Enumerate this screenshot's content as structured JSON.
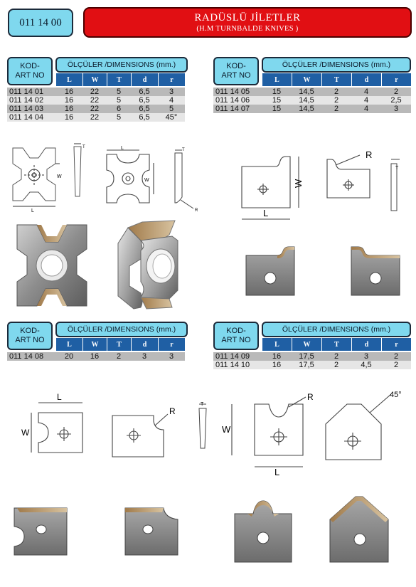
{
  "header": {
    "code": "011 14 00",
    "title": "RADÜSLÜ JİLETLER",
    "subtitle": "(H.M TURNBALDE KNIVES )"
  },
  "table_labels": {
    "kod_line1": "KOD-",
    "kod_line2": "ART NO",
    "dimensions": "ÖLÇÜLER /DIMENSIONS (mm.)",
    "columns": [
      "L",
      "W",
      "T",
      "d",
      "r"
    ]
  },
  "tables": [
    {
      "rows": [
        [
          "011 14 01",
          "16",
          "22",
          "5",
          "6,5",
          "3"
        ],
        [
          "011 14 02",
          "16",
          "22",
          "5",
          "6,5",
          "4"
        ],
        [
          "011 14 03",
          "16",
          "22",
          "6",
          "6,5",
          "5"
        ],
        [
          "011 14 04",
          "16",
          "22",
          "5",
          "6,5",
          "45°"
        ]
      ]
    },
    {
      "rows": [
        [
          "011 14 05",
          "15",
          "14,5",
          "2",
          "4",
          "2"
        ],
        [
          "011 14 06",
          "15",
          "14,5",
          "2",
          "4",
          "2,5"
        ],
        [
          "011 14 07",
          "15",
          "14,5",
          "2",
          "4",
          "3"
        ]
      ]
    },
    {
      "rows": [
        [
          "011 14 08",
          "20",
          "16",
          "2",
          "3",
          "3"
        ]
      ]
    },
    {
      "rows": [
        [
          "011 14 09",
          "16",
          "17,5",
          "2",
          "3",
          "2"
        ],
        [
          "011 14 10",
          "16",
          "17,5",
          "2",
          "4,5",
          "2"
        ]
      ]
    }
  ],
  "drawing_labels": {
    "L": "L",
    "W": "W",
    "T": "T",
    "R": "R",
    "r": "R",
    "angle": "45°"
  },
  "colors": {
    "accent_blue": "#7fd8ee",
    "header_blue": "#1f5fa4",
    "title_red": "#e10f13",
    "row_dark": "#b9b9b9",
    "row_light": "#e6e6e6"
  }
}
